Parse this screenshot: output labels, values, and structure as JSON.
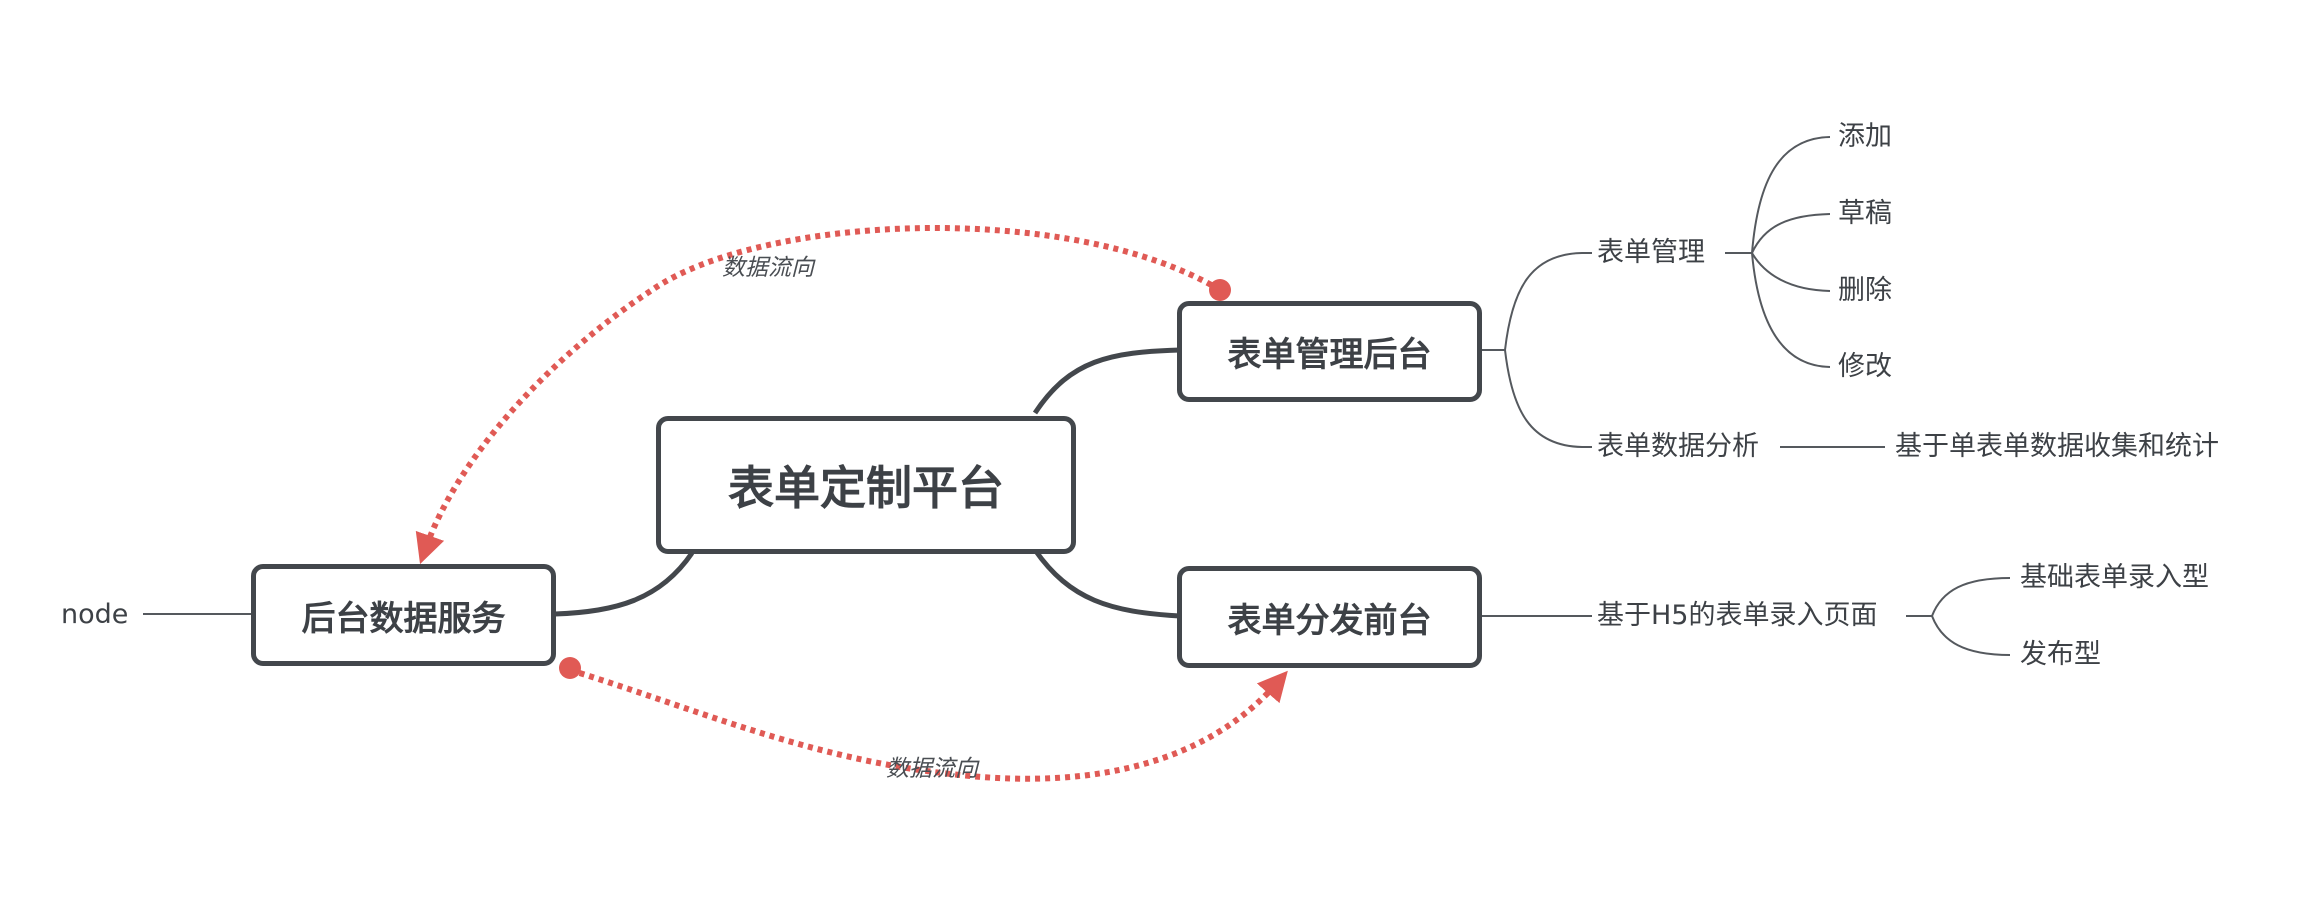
{
  "mindmap": {
    "root": {
      "label": "表单定制平台"
    },
    "branches": {
      "admin": {
        "label": "表单管理后台",
        "management": {
          "label": "表单管理",
          "items": [
            "添加",
            "草稿",
            "删除",
            "修改"
          ]
        },
        "analysis": {
          "label": "表单数据分析",
          "detail": "基于单表单数据收集和统计"
        }
      },
      "frontend": {
        "label": "表单分发前台",
        "h5": {
          "label": "基于H5的表单录入页面",
          "items": [
            "基础表单录入型",
            "发布型"
          ]
        }
      },
      "backend": {
        "label": "后台数据服务",
        "tech": "node"
      }
    },
    "relations": [
      {
        "label": "数据流向"
      },
      {
        "label": "数据流向"
      }
    ],
    "colors": {
      "node_border": "#43474c",
      "text": "#3d4146",
      "branch_line": "#43474c",
      "thin_line": "#55595e",
      "relation": "#e05a55"
    }
  }
}
